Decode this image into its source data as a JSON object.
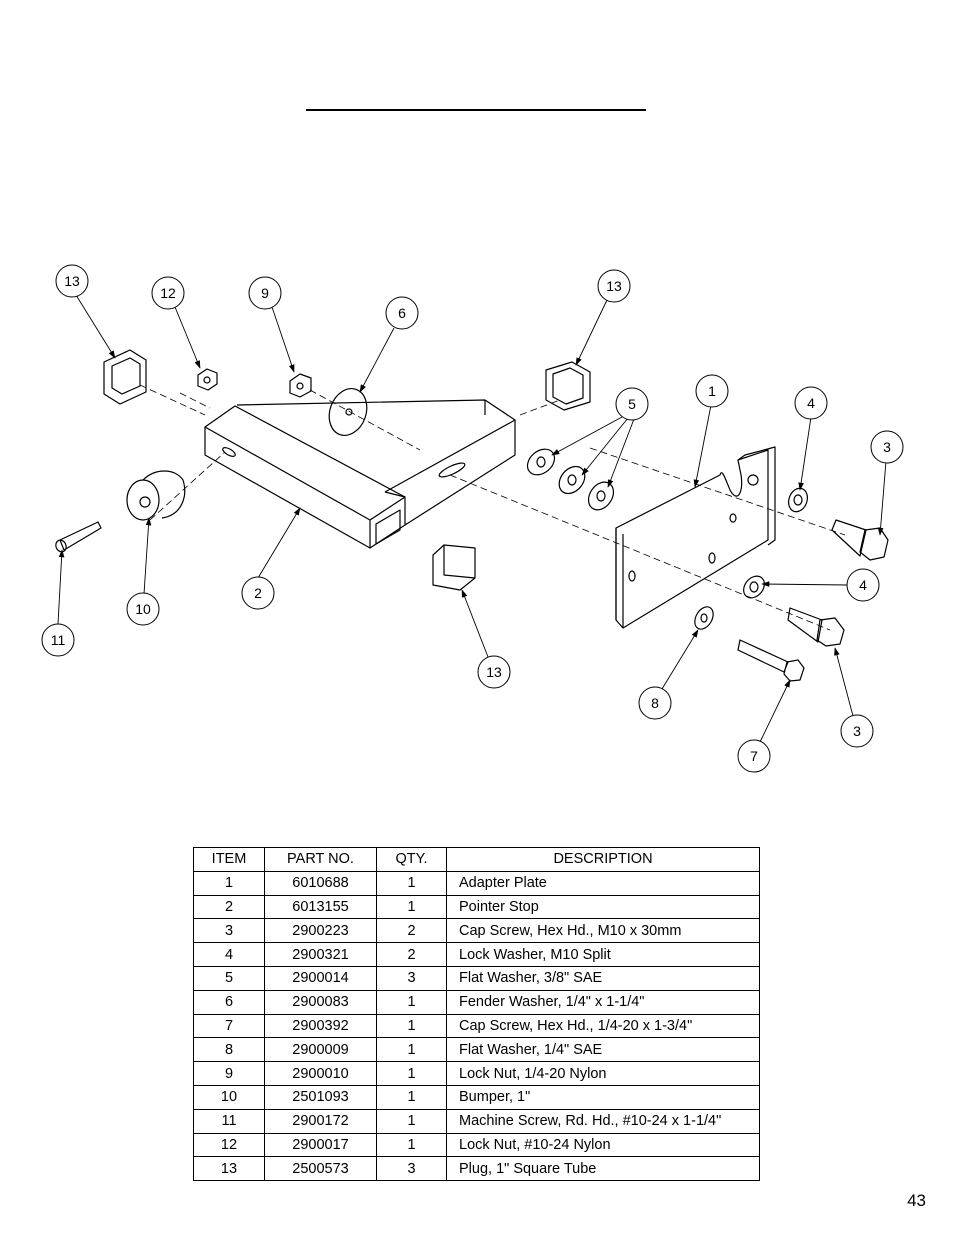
{
  "page": {
    "number": "43"
  },
  "diagram": {
    "callouts": [
      "13",
      "12",
      "9",
      "6",
      "13",
      "5",
      "1",
      "4",
      "3",
      "2",
      "10",
      "11",
      "13",
      "4",
      "8",
      "3",
      "7"
    ]
  },
  "parts_table": {
    "headers": {
      "item": "ITEM",
      "part_no": "PART NO.",
      "qty": "QTY.",
      "description": "DESCRIPTION"
    },
    "rows": [
      {
        "item": "1",
        "part_no": "6010688",
        "qty": "1",
        "description": "Adapter Plate"
      },
      {
        "item": "2",
        "part_no": "6013155",
        "qty": "1",
        "description": "Pointer Stop"
      },
      {
        "item": "3",
        "part_no": "2900223",
        "qty": "2",
        "description": "Cap Screw, Hex Hd., M10 x 30mm"
      },
      {
        "item": "4",
        "part_no": "2900321",
        "qty": "2",
        "description": "Lock Washer, M10 Split"
      },
      {
        "item": "5",
        "part_no": "2900014",
        "qty": "3",
        "description": "Flat Washer, 3/8\" SAE"
      },
      {
        "item": "6",
        "part_no": "2900083",
        "qty": "1",
        "description": "Fender Washer, 1/4\" x 1-1/4\""
      },
      {
        "item": "7",
        "part_no": "2900392",
        "qty": "1",
        "description": "Cap Screw, Hex Hd., 1/4-20 x 1-3/4\""
      },
      {
        "item": "8",
        "part_no": "2900009",
        "qty": "1",
        "description": "Flat Washer, 1/4\" SAE"
      },
      {
        "item": "9",
        "part_no": "2900010",
        "qty": "1",
        "description": "Lock Nut, 1/4-20 Nylon"
      },
      {
        "item": "10",
        "part_no": "2501093",
        "qty": "1",
        "description": "Bumper, 1\""
      },
      {
        "item": "11",
        "part_no": "2900172",
        "qty": "1",
        "description": "Machine Screw, Rd. Hd., #10-24 x 1-1/4\""
      },
      {
        "item": "12",
        "part_no": "2900017",
        "qty": "1",
        "description": "Lock Nut, #10-24 Nylon"
      },
      {
        "item": "13",
        "part_no": "2500573",
        "qty": "3",
        "description": "Plug, 1\" Square Tube"
      }
    ]
  }
}
